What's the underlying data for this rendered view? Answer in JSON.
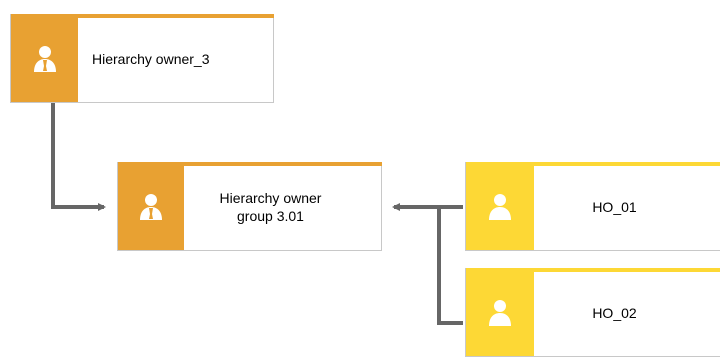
{
  "colors": {
    "orange_fill": "#E8A132",
    "orange_bar": "#E8A132",
    "yellow_fill": "#FDD835",
    "yellow_bar": "#FDD835",
    "connector": "#666666"
  },
  "nodes": {
    "owner3": {
      "label": "Hierarchy owner_3",
      "icon": "manager-person-icon"
    },
    "group301": {
      "label": "Hierarchy owner\ngroup 3.01",
      "icon": "manager-person-icon"
    },
    "ho01": {
      "label": "HO_01",
      "icon": "person-icon"
    },
    "ho02": {
      "label": "HO_02",
      "icon": "person-icon"
    }
  }
}
